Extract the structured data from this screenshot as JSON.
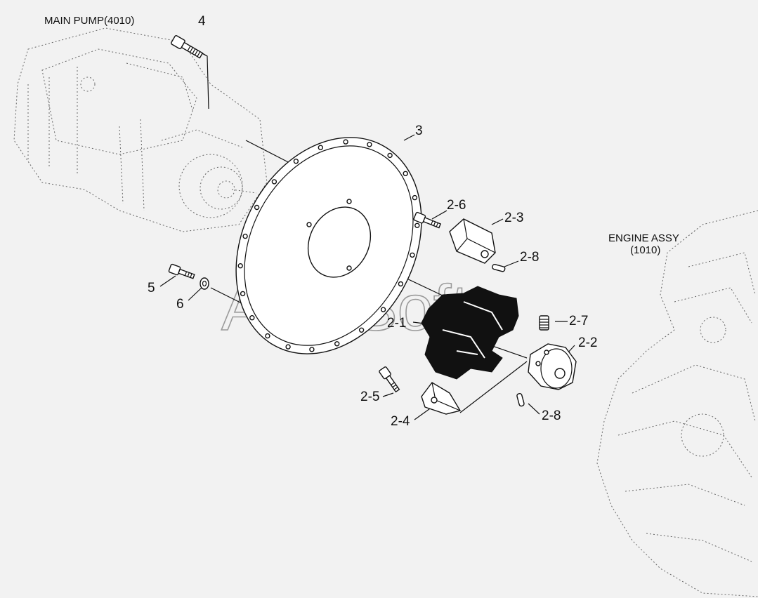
{
  "titles": {
    "main_pump": "MAIN PUMP(4010)",
    "engine_line1": "ENGINE ASSY",
    "engine_line2": "(1010)"
  },
  "watermark": "AutoSoft",
  "labels": {
    "p4": "4",
    "p3": "3",
    "p2_6": "2-6",
    "p2_3": "2-3",
    "p2_8a": "2-8",
    "p5": "5",
    "p6": "6",
    "p2_1": "2-1",
    "p2_7": "2-7",
    "p2_2": "2-2",
    "p2_5": "2-5",
    "p2_4": "2-4",
    "p2_8b": "2-8"
  },
  "colors": {
    "background": "#f2f2f2",
    "ink": "#111111",
    "watermark": "#9a9a9a"
  }
}
